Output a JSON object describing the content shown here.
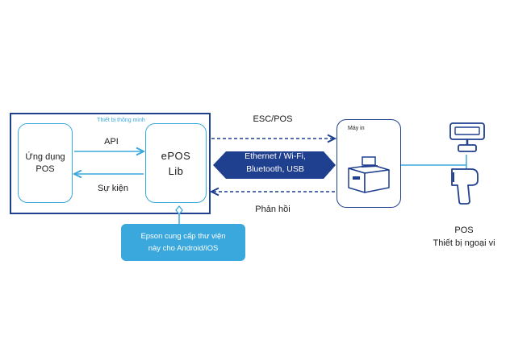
{
  "smart_device": {
    "title": "Thiết bị thông minh"
  },
  "app_box": {
    "line1": "Ứng dụng",
    "line2": "POS"
  },
  "epos_box": {
    "line1": "ePOS",
    "line2": "Lib"
  },
  "arrows": {
    "api": "API",
    "event": "Sự kiện",
    "escpos": "ESC/POS",
    "response": "Phản hồi"
  },
  "connection": {
    "line1": "Ethernet / Wi-Fi,",
    "line2": "Bluetooth, USB"
  },
  "callout": {
    "line1": "Epson cung cấp thư viện",
    "line2": "này cho Android/iOS"
  },
  "printer": {
    "title": "Máy in"
  },
  "peripherals": {
    "line1": "POS",
    "line2": "Thiết bị ngoại vi"
  },
  "colors": {
    "navy": "#1f3f8f",
    "cyan": "#3aa8dc",
    "band": "#1f3f8f"
  }
}
